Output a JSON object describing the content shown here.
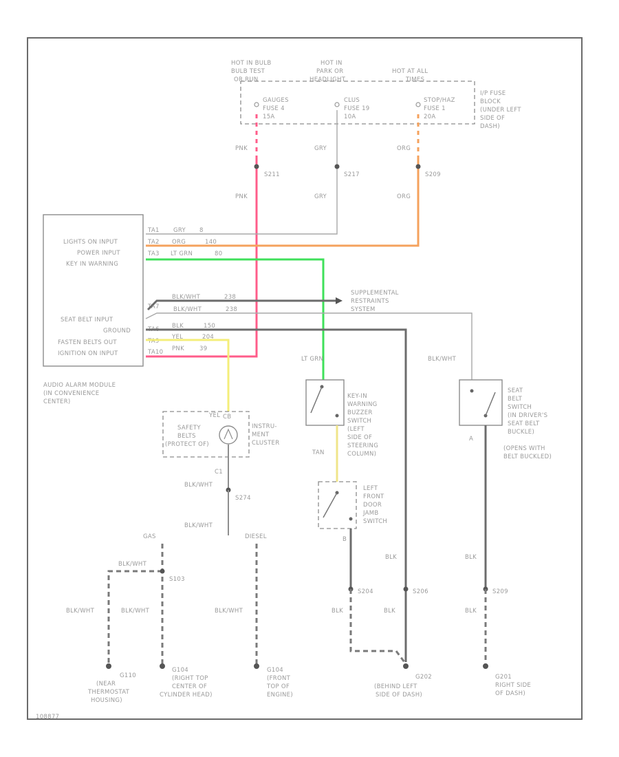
{
  "colors": {
    "pink": "#ff5c8a",
    "orange": "#f5a25d",
    "green": "#3fe05a",
    "yellow": "#f4ee7a",
    "gray": "#8e8e8e",
    "dark": "#6c6c6c"
  },
  "fuse_header": {
    "col1": [
      "HOT IN BULB",
      "BULB TEST",
      "OR RUN"
    ],
    "col2": [
      "HOT IN",
      "PARK OR",
      "HEADLIGHT"
    ],
    "col3": [
      "HOT AT ALL",
      "TIMES"
    ],
    "block_label": [
      "I/P FUSE",
      "BLOCK",
      "(UNDER LEFT",
      "SIDE OF",
      "DASH)"
    ]
  },
  "fuses": {
    "f1": [
      "GAUGES",
      "FUSE 4",
      "15A"
    ],
    "f2": [
      "CLUS",
      "FUSE 19",
      "10A"
    ],
    "f3": [
      "STOP/HAZ",
      "FUSE 1",
      "20A"
    ]
  },
  "wires": {
    "pnk": "PNK",
    "gry": "GRY",
    "org": "ORG",
    "lt_grn": "LT GRN",
    "yel": "YEL",
    "tan": "TAN",
    "blk_wht": "BLK/WHT",
    "blk": "BLK"
  },
  "splices": {
    "s1": "S211",
    "s2": "S217",
    "s3": "S209",
    "s4": "S274",
    "s5": "S103",
    "s6": "S204",
    "s7": "S206",
    "s8": "S209"
  },
  "module": {
    "inputs": [
      "LIGHTS ON INPUT",
      "POWER INPUT",
      "KEY IN WARNING",
      "SEAT BELT INPUT",
      "GROUND",
      "FASTEN BELTS OUT",
      "IGNITION ON INPUT"
    ],
    "pins": [
      "TA1",
      "TA2",
      "TA3",
      "TA7",
      "TA6",
      "TA9",
      "TA10"
    ],
    "caption": [
      "AUDIO ALARM MODULE",
      "(IN CONVENIENCE",
      "CENTER)"
    ]
  },
  "lead_labels": {
    "l1": [
      "GRY",
      "8"
    ],
    "l2": [
      "ORG",
      "140"
    ],
    "l3": [
      "LT GRN",
      "80"
    ],
    "l4": [
      "BLK/WHT",
      "238"
    ],
    "l5": [
      "BLK/WHT",
      "238"
    ],
    "l6": [
      "BLK",
      "150"
    ],
    "l7": [
      "YEL",
      "204"
    ],
    "l8": [
      "PNK",
      "39"
    ]
  },
  "srs": [
    "SUPPLEMENTAL",
    "RESTRAINTS",
    "SYSTEM"
  ],
  "cluster": {
    "pin_top": "CB",
    "pin_bottom": "C1",
    "lamp_label": [
      "SAFETY",
      "BELTS",
      "(PROTECT OF)"
    ],
    "title": [
      "INSTRU-",
      "MENT",
      "CLUSTER"
    ]
  },
  "key_switch": [
    "KEY-IN",
    "WARNING",
    "BUZZER",
    "SWITCH",
    "(LEFT",
    "SIDE OF",
    "STEERING",
    "COLUMN)"
  ],
  "door_switch": [
    "LEFT",
    "FRONT",
    "DOOR",
    "JAMB",
    "SWITCH"
  ],
  "seat_switch": [
    "SEAT",
    "BELT",
    "SWITCH",
    "(IN DRIVER'S",
    "SEAT BELT",
    "BUCKLE)",
    "(OPENS WITH",
    "BELT BUCKLED)"
  ],
  "pin_letters": {
    "a": "A",
    "b": "B"
  },
  "variants": {
    "gas": "GAS",
    "diesel": "DIESEL"
  },
  "grounds": {
    "g1": [
      "G110",
      "(NEAR",
      "THERMOSTAT",
      "HOUSING)"
    ],
    "g2": [
      "G104",
      "(RIGHT TOP",
      "CENTER OF",
      "CYLINDER HEAD)"
    ],
    "g3": [
      "G104",
      "(FRONT",
      "TOP OF",
      "ENGINE)"
    ],
    "g4": [
      "G202",
      "(BEHIND LEFT",
      "SIDE OF DASH)"
    ],
    "g5": [
      "G201",
      "RIGHT SIDE",
      "OF DASH)"
    ]
  },
  "footer_code": "108877"
}
